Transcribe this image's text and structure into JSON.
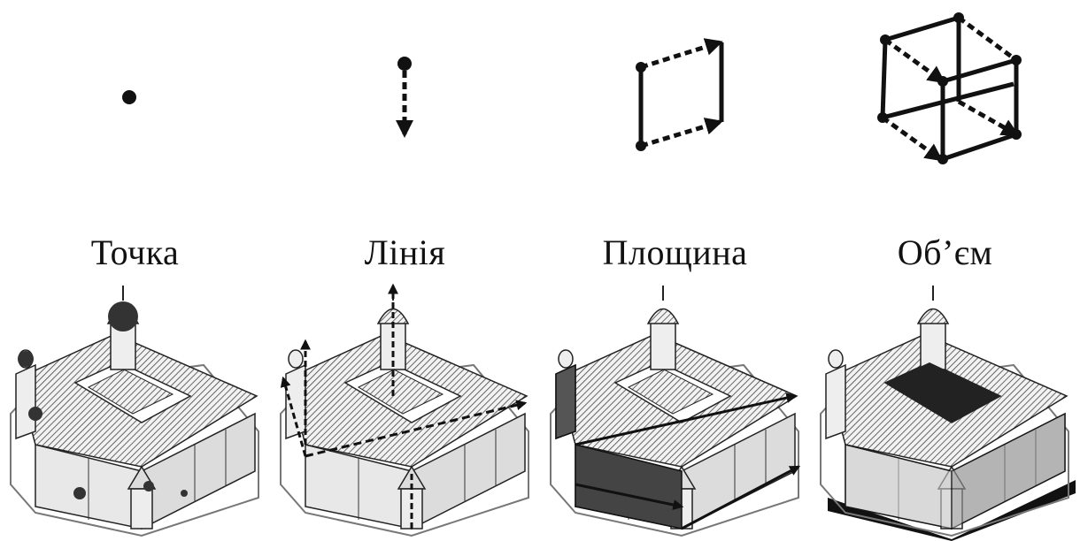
{
  "stages": [
    {
      "label": "Точка"
    },
    {
      "label": "Лінія"
    },
    {
      "label": "Площина"
    },
    {
      "label": "Об’єм"
    }
  ]
}
